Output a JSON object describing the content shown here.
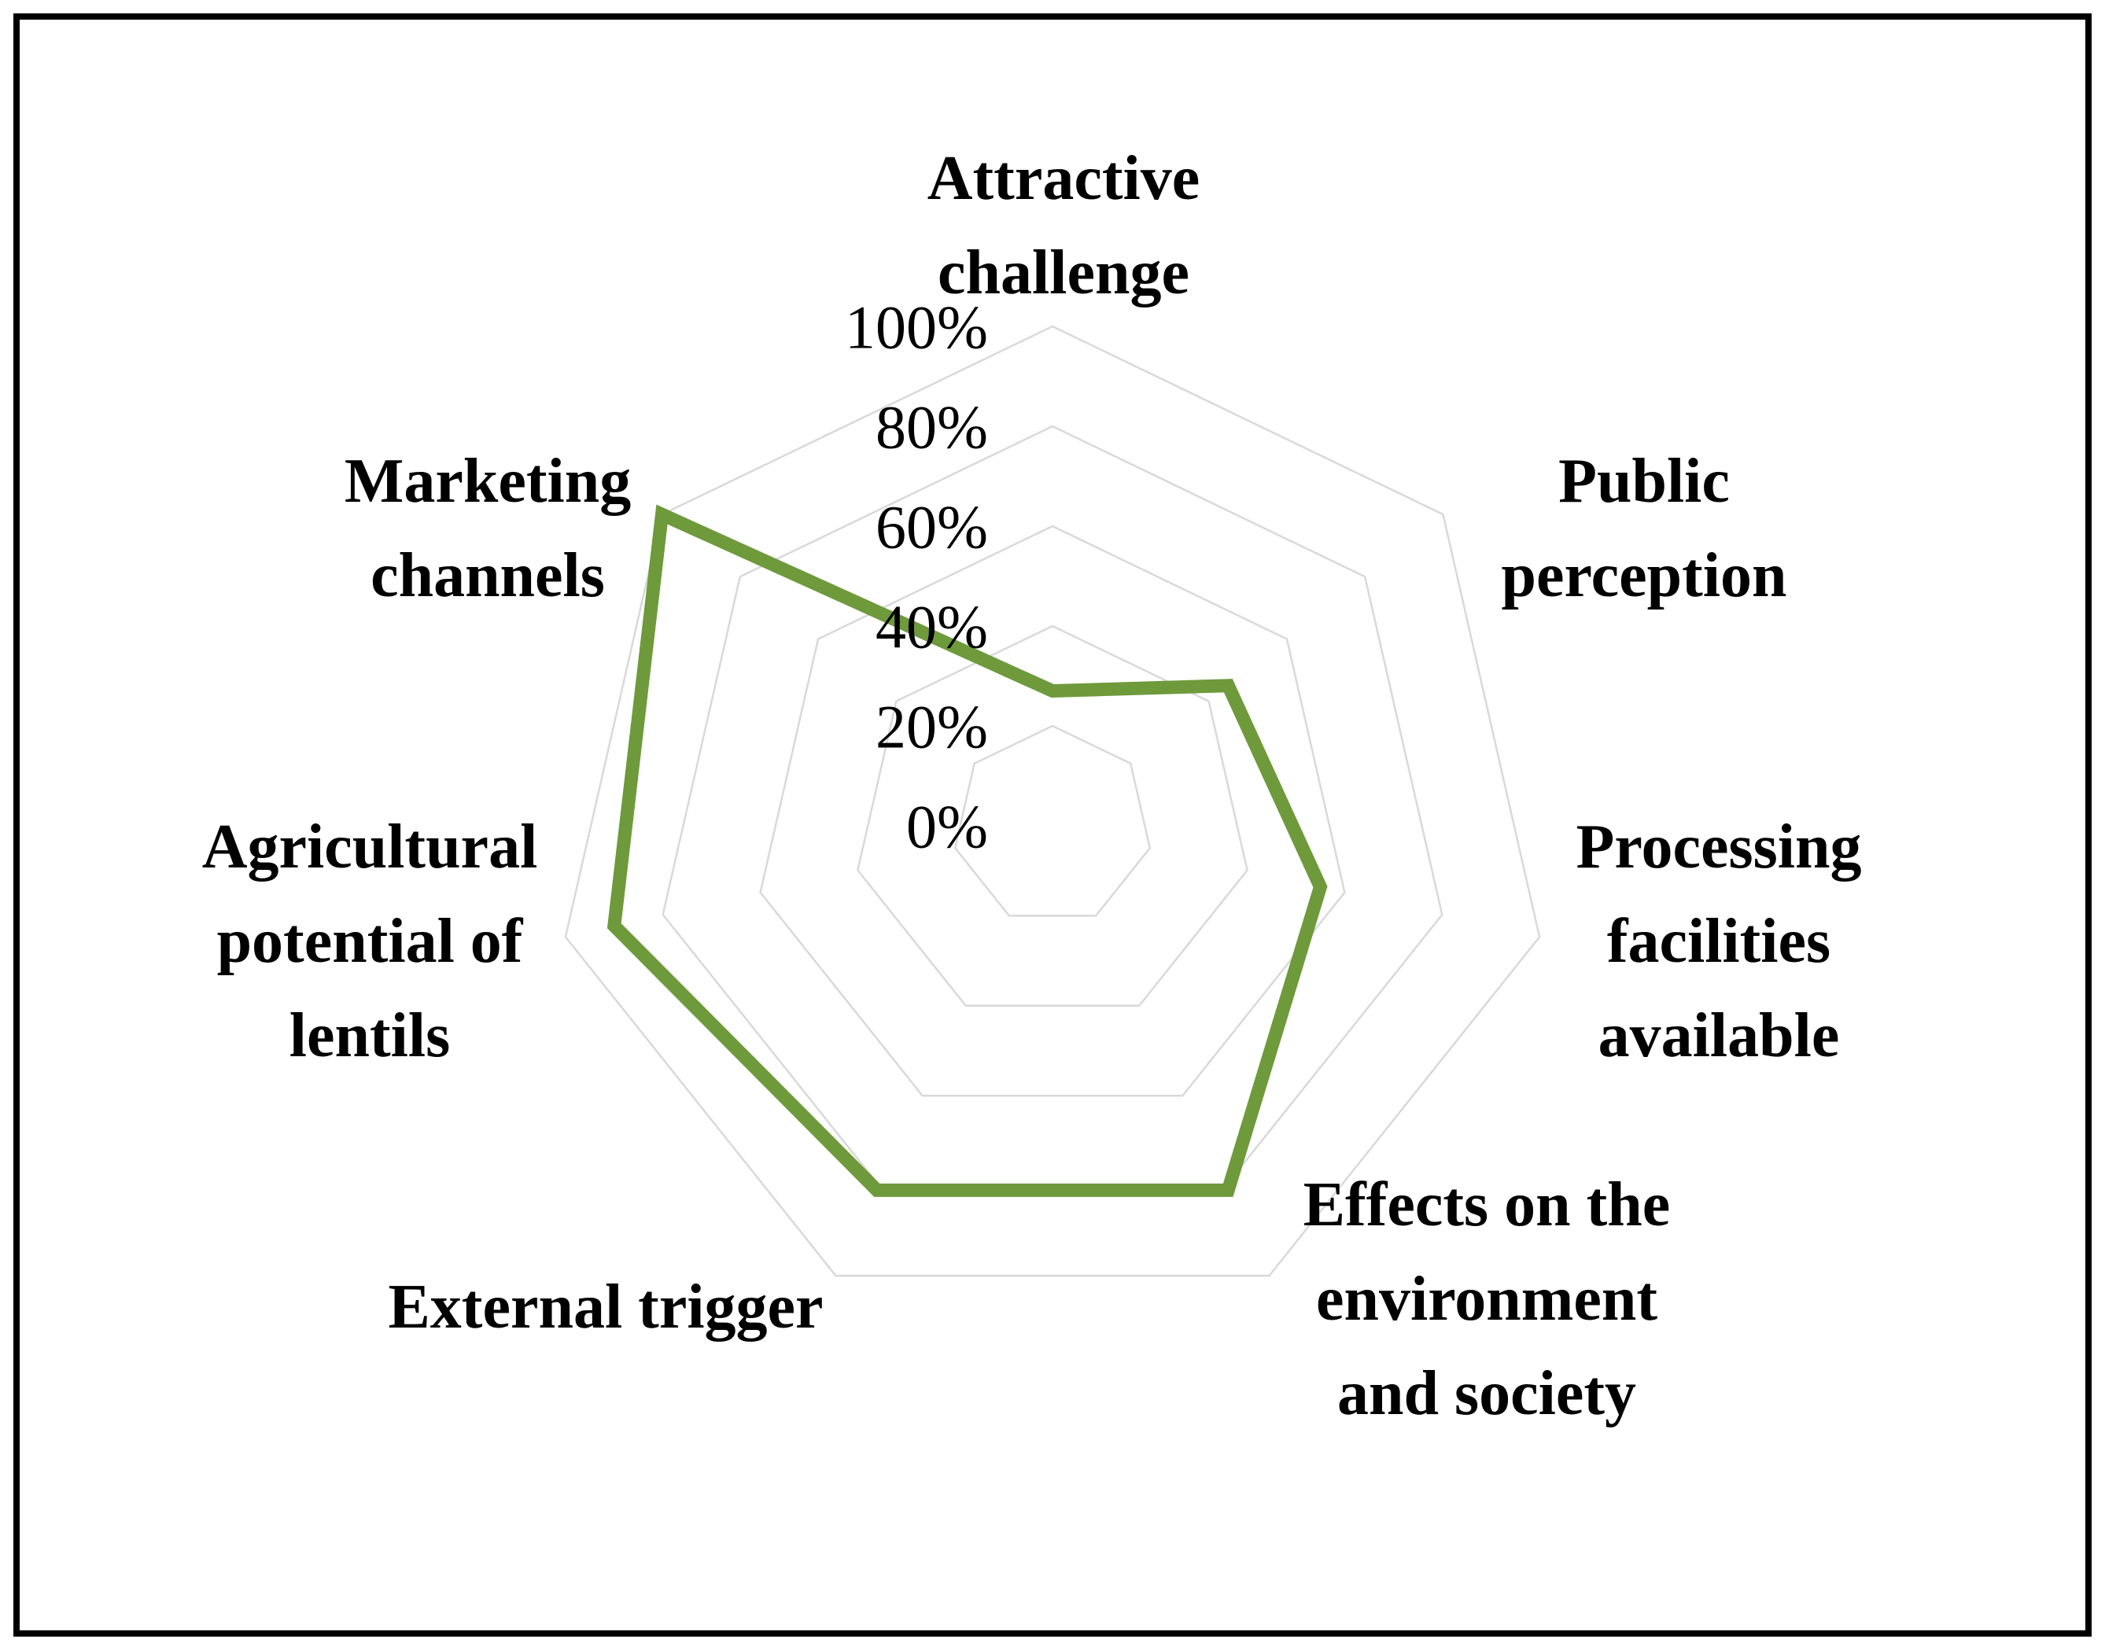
{
  "figure": {
    "background": "#ffffff",
    "frame_color": "#000000"
  },
  "chart_data": {
    "type": "radar",
    "title": "",
    "categories": [
      "Attractive challenge",
      "Public perception",
      "Processing facilities available",
      "Effects on the environment and society",
      "External trigger",
      "Agricultural potential of lentils",
      "Marketing channels"
    ],
    "category_lines": [
      [
        "Attractive",
        "challenge"
      ],
      [
        "Public",
        "perception"
      ],
      [
        "Processing",
        "facilities",
        "available"
      ],
      [
        "Effects on the",
        "environment",
        "and society"
      ],
      [
        "External trigger"
      ],
      [
        "Agricultural",
        "potential of",
        "lentils"
      ],
      [
        "Marketing",
        "channels"
      ]
    ],
    "series": [
      {
        "values": [
          27,
          45,
          55,
          81,
          81,
          90,
          100
        ]
      }
    ],
    "axis": {
      "min": 0,
      "max": 100,
      "step": 20,
      "tick_labels": [
        "100%",
        "80%",
        "60%",
        "40%",
        "20%",
        "0%"
      ]
    },
    "grid": true,
    "legend": false,
    "colors": {
      "series_stroke": "#6e9a3c",
      "grid": "#d9d9d9",
      "text": "#000000"
    }
  }
}
